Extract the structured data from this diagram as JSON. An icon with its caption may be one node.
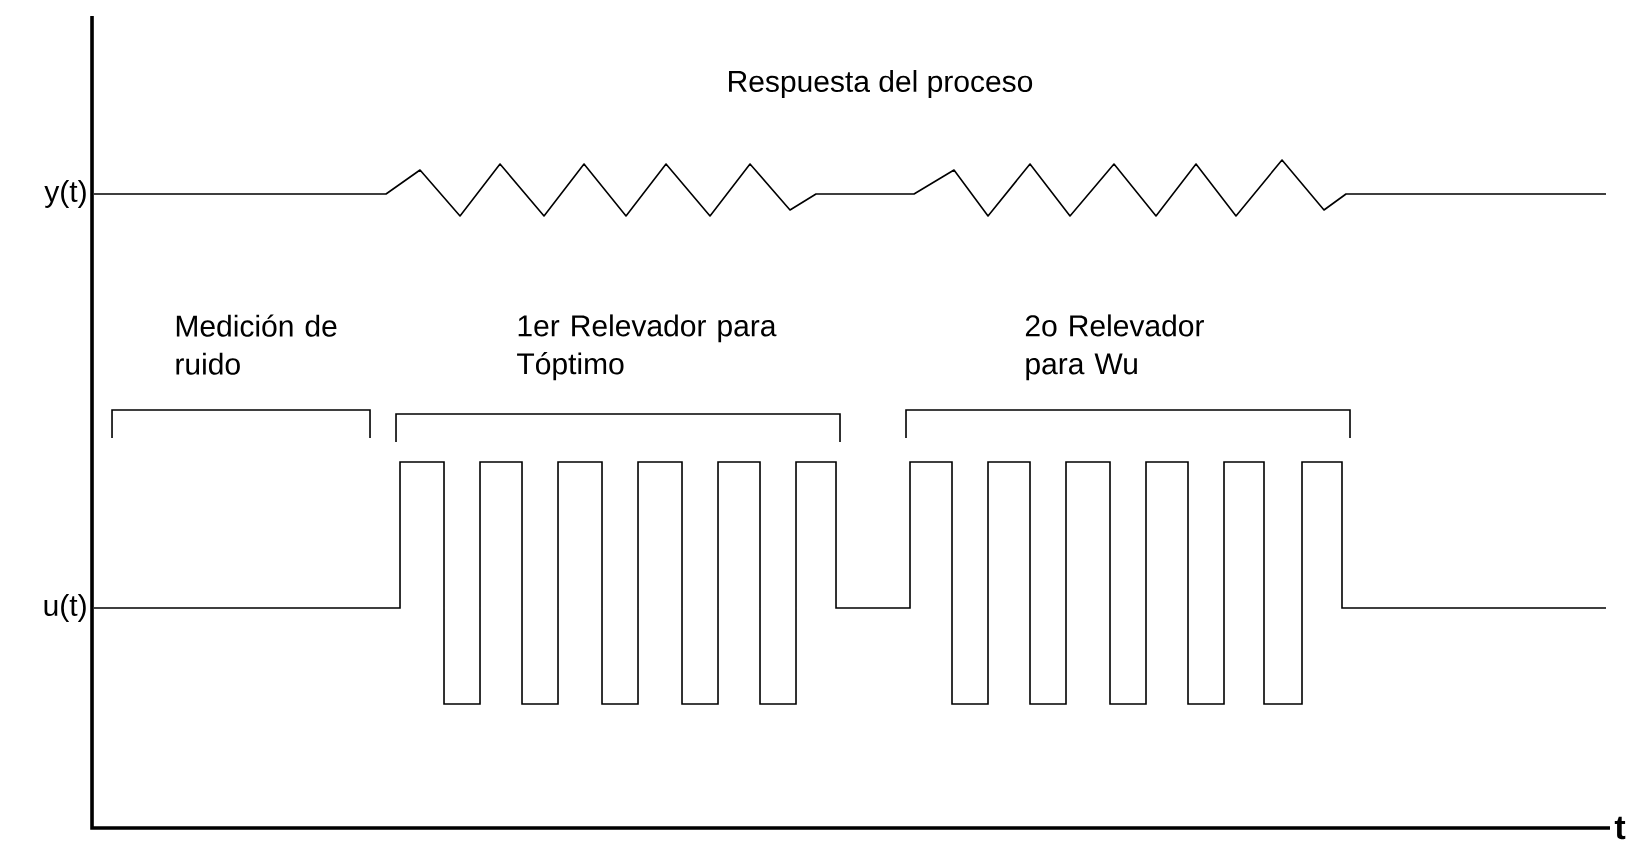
{
  "diagram": {
    "labels": [
      "Respuesta del proceso",
      "y(t)",
      "Medición de ruido",
      "1er Relevador para Tóptimo",
      "2o Relevador para Wu",
      "u(t)",
      "t"
    ]
  }
}
